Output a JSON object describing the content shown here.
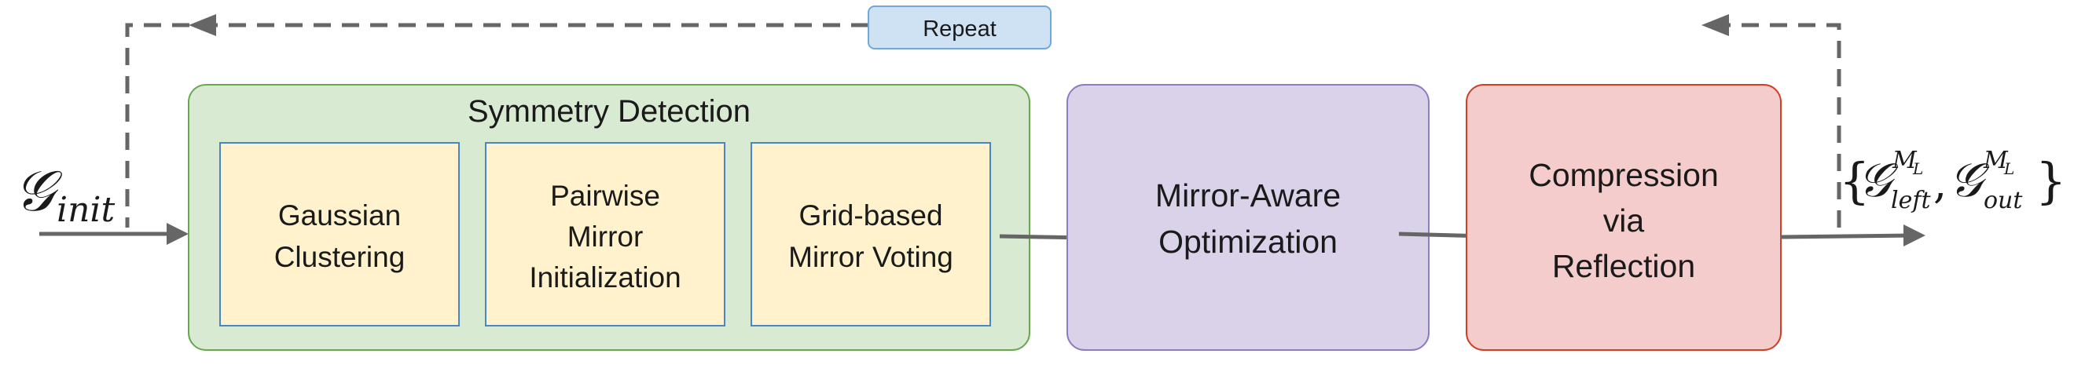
{
  "repeat_label": "Repeat",
  "group": {
    "title": "Symmetry Detection",
    "steps": [
      {
        "lines": [
          "Gaussian",
          "Clustering"
        ]
      },
      {
        "lines": [
          "Pairwise",
          "Mirror",
          "Initialization"
        ]
      },
      {
        "lines": [
          "Grid-based",
          "Mirror Voting"
        ]
      }
    ]
  },
  "optimization": {
    "lines": [
      "Mirror-Aware",
      "Optimization"
    ]
  },
  "compression": {
    "lines": [
      "Compression",
      "via",
      "Reflection"
    ]
  },
  "input_label": {
    "symbol": "𝒢",
    "subscript": "init"
  },
  "output_label": {
    "open_brace": "{",
    "symbol_1": "𝒢",
    "superscript_1": "M",
    "superscript_1_sub": "L",
    "subscript_1": "left",
    "comma": ",",
    "symbol_2": "𝒢",
    "superscript_2": "M",
    "superscript_2_sub": "L",
    "subscript_2": "out",
    "close_brace": "}"
  },
  "colors": {
    "group_fill": "#d9ead3",
    "group_stroke": "#6aa84f",
    "step_fill": "#fff2cc",
    "step_stroke": "#4a86c5",
    "optimization_fill": "#d9d2e9",
    "optimization_stroke": "#8e7cc3",
    "compression_fill": "#f4cccc",
    "compression_stroke": "#cc4125",
    "repeat_fill": "#cfe2f3",
    "repeat_stroke": "#6fa8dc",
    "arrow": "#666666",
    "text": "#1a1a1a"
  }
}
